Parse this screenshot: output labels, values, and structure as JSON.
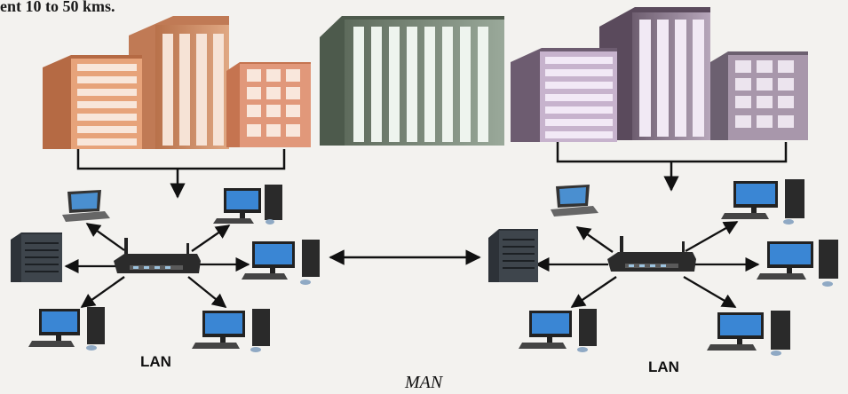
{
  "caption": "ent 10 to 50 kms.",
  "labels": {
    "left_network": "LAN",
    "right_network": "LAN",
    "link": "MAN"
  },
  "icons": [
    "office-building-icon",
    "router-icon",
    "server-tower-icon",
    "desktop-computer-icon",
    "laptop-icon"
  ],
  "colors": {
    "left_buildings": "#c98860",
    "center_building": "#6f7d6c",
    "right_buildings": "#8a7a8c",
    "connector": "#111111"
  }
}
